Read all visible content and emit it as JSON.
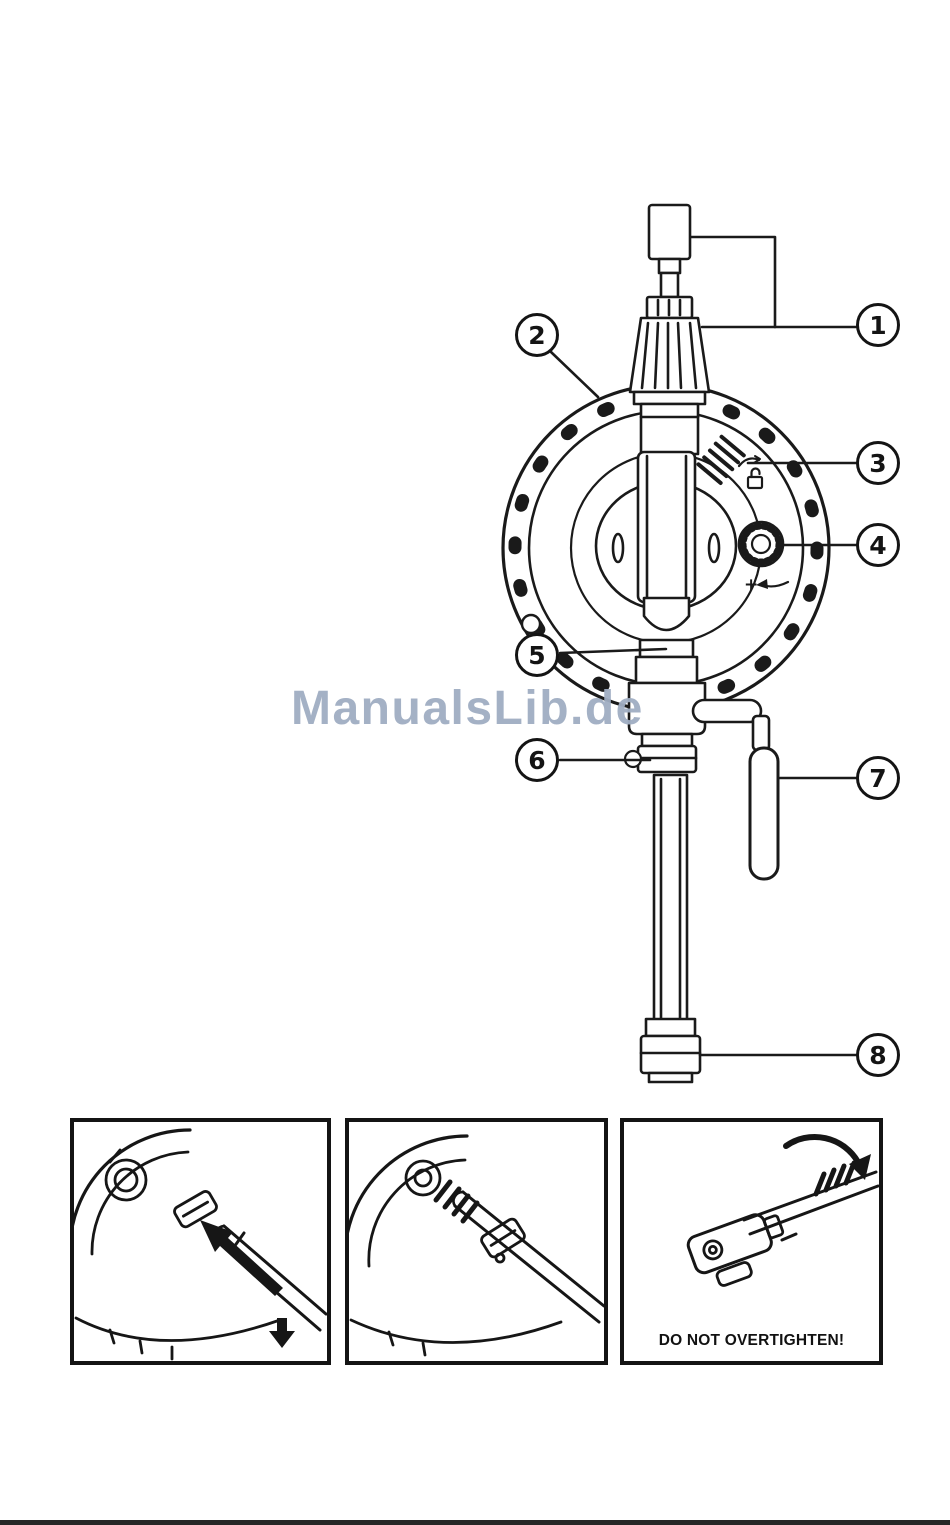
{
  "watermark": {
    "text": "ManualsLib.de",
    "color": "#9fadc2"
  },
  "diagram": {
    "callouts": [
      "1",
      "2",
      "3",
      "4",
      "5",
      "6",
      "7",
      "8"
    ],
    "dial_plus_label": "+"
  },
  "panels": [
    {
      "caption": ""
    },
    {
      "caption": ""
    },
    {
      "caption": "DO NOT OVERTIGHTEN!"
    }
  ],
  "colors": {
    "ink": "#1a1a1a",
    "watermark": "#9fadc2"
  }
}
